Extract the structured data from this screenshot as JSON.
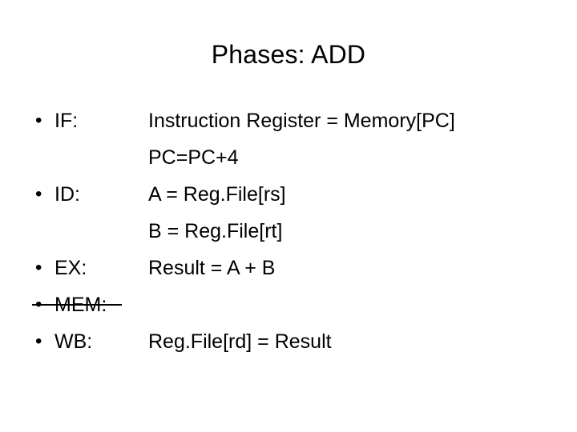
{
  "slide": {
    "title": "Phases: ADD",
    "bullet_glyph": "•",
    "rows": [
      {
        "label": "IF:",
        "detail": "Instruction Register = Memory[PC]",
        "struck": false,
        "has_bullet": true
      },
      {
        "label": "",
        "detail": "PC=PC+4",
        "struck": false,
        "has_bullet": false
      },
      {
        "label": "ID:",
        "detail": "A = Reg.File[rs]",
        "struck": false,
        "has_bullet": true
      },
      {
        "label": "",
        "detail": "B = Reg.File[rt]",
        "struck": false,
        "has_bullet": false
      },
      {
        "label": "EX:",
        "detail": "Result = A + B",
        "struck": false,
        "has_bullet": true
      },
      {
        "label": "MEM:",
        "detail": "",
        "struck": true,
        "has_bullet": true
      },
      {
        "label": "WB:",
        "detail": "Reg.File[rd] = Result",
        "struck": false,
        "has_bullet": true
      }
    ]
  },
  "colors": {
    "background": "#ffffff",
    "text": "#000000"
  }
}
